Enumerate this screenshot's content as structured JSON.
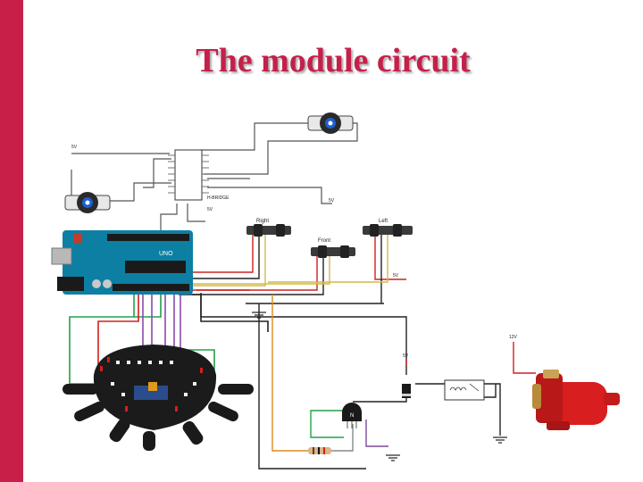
{
  "slide": {
    "title": "The module circuit",
    "accent_color": "#c81f48"
  },
  "diagram": {
    "ic_label": "H-BRIDGE",
    "supply_labels": {
      "top_left": "5V",
      "right_of_ic": "5V",
      "below_ic": "5V"
    },
    "sensors": {
      "right": "Right",
      "front": "Front",
      "left": "Left"
    },
    "arduino_label": "UNO",
    "rail_5v": "5V",
    "relay_5v": "5V",
    "pump_12v": "12V",
    "transistor_label": "N",
    "components": [
      "arduino-uno",
      "h-bridge-ic",
      "dc-motor-top",
      "dc-motor-left",
      "ir-sensor-right",
      "ir-sensor-front",
      "ir-sensor-left",
      "line-sensor-array",
      "diode",
      "relay",
      "npn-transistor",
      "resistor",
      "water-pump"
    ]
  }
}
